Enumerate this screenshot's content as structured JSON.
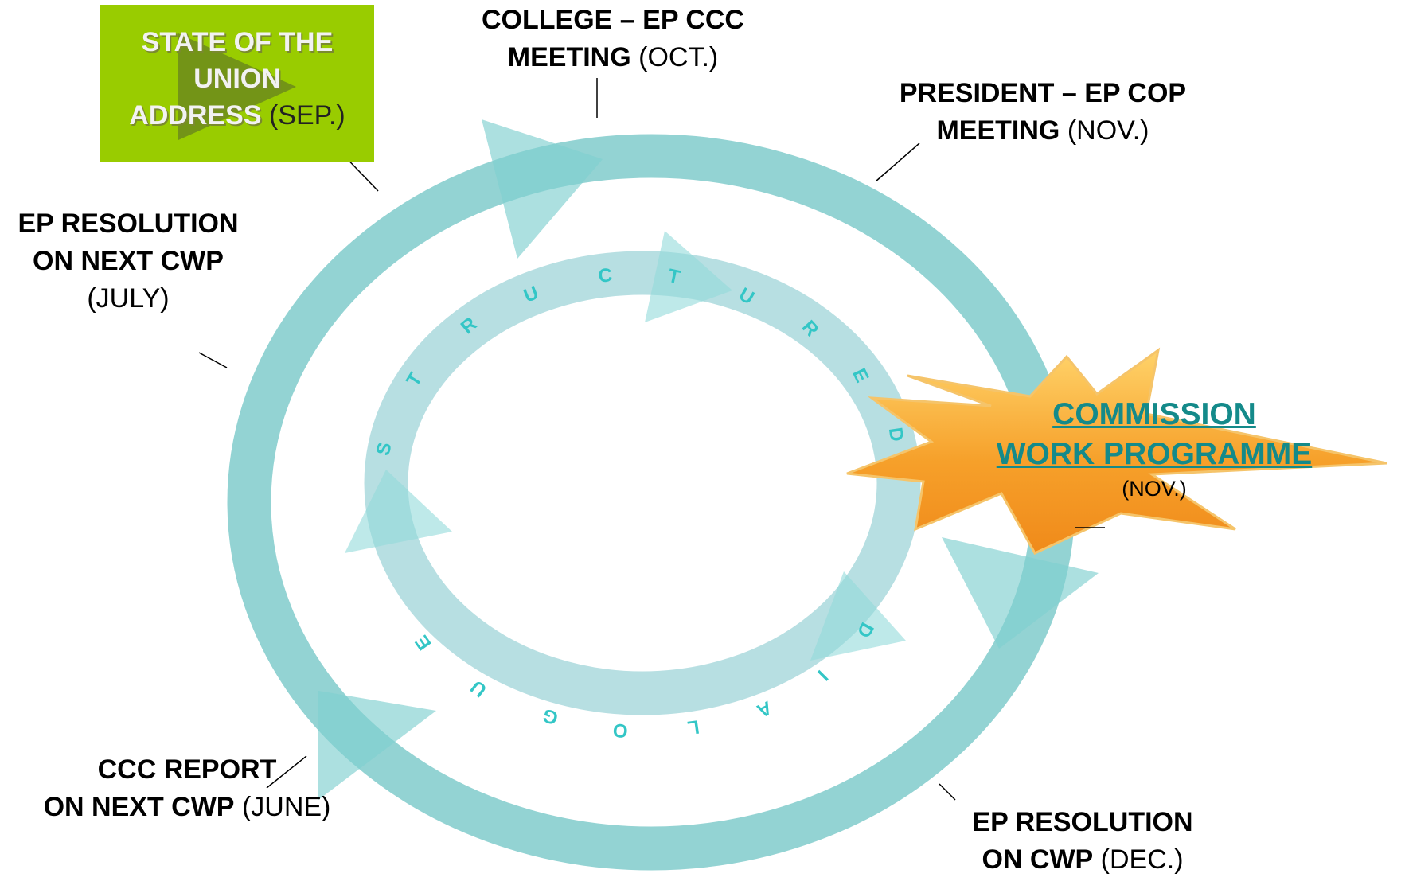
{
  "state_of_union": {
    "title_lines": [
      "STATE OF THE",
      "UNION",
      "ADDRESS"
    ],
    "date": "(SEP.)"
  },
  "college_meeting": {
    "line1": "COLLEGE – EP CCC",
    "line2_bold": "MEETING",
    "date": "(OCT.)"
  },
  "president_meeting": {
    "line1": "PRESIDENT  – EP COP",
    "line2_bold": "MEETING",
    "date": "(NOV.)"
  },
  "ep_resolution_next": {
    "line1": "EP RESOLUTION",
    "line2": "ON NEXT CWP",
    "date": "(JULY)"
  },
  "commission_work_programme": {
    "line1": "COMMISSION",
    "line2": "WORK PROGRAMME",
    "date": "(NOV.)"
  },
  "ccc_report": {
    "line1": "CCC REPORT",
    "line2_bold": "ON NEXT CWP",
    "date": "(JUNE)"
  },
  "ep_resolution_cwp": {
    "line1": "EP RESOLUTION",
    "line2_bold": "ON CWP",
    "date": "(DEC.)"
  },
  "structured_dialogue": {
    "letters": [
      "S",
      "T",
      "R",
      "U",
      "C",
      "T",
      "U",
      "R",
      "E",
      "D",
      "D",
      "I",
      "A",
      "L",
      "O",
      "G",
      "U",
      "E"
    ]
  },
  "colors": {
    "outer_ring": "#93d3d3",
    "inner_ring": "#b7dfe2",
    "arrow": "#7fcfcf",
    "sotu_box": "#99cc00",
    "star": "#f5a623",
    "cwp_text": "#148a8a",
    "letters": "#33c6c6"
  }
}
